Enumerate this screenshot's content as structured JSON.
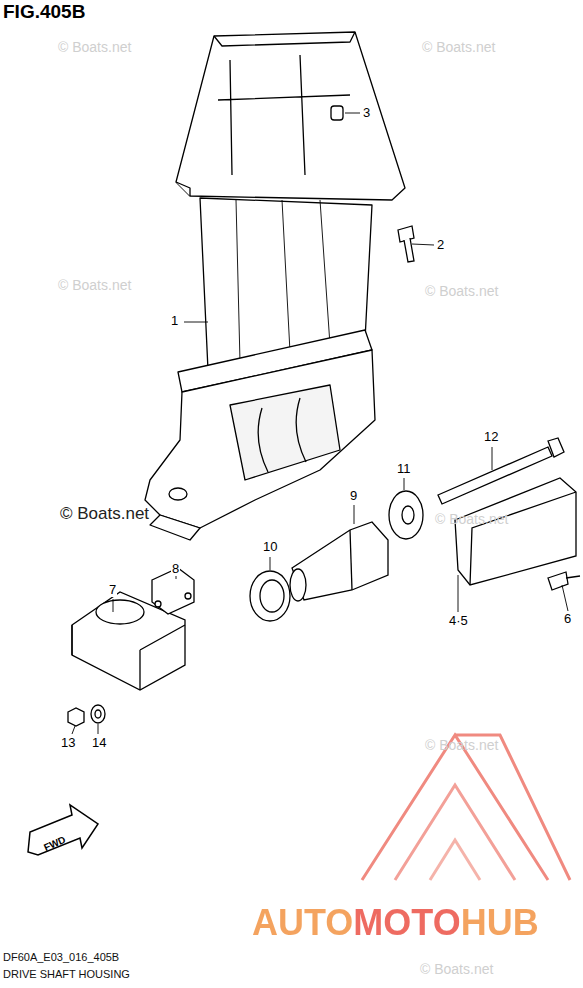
{
  "diagram": {
    "title": "FIG.405B",
    "labels": [
      "© Boats.net",
      "© Boats.net",
      "3",
      "2",
      "© Boats.net",
      "© Boats.net",
      "1",
      "12",
      "11",
      "9",
      "© Boats.net",
      "© Boats.net",
      "10",
      "8",
      "7",
      "4·5",
      "6",
      "13",
      "14",
      "© Boats.net",
      "FWD",
      "AUTOMOTOHUB",
      "© Boats.net",
      "DF60A_E03_016_405B",
      "DRIVE SHAFT HOUSING"
    ]
  }
}
